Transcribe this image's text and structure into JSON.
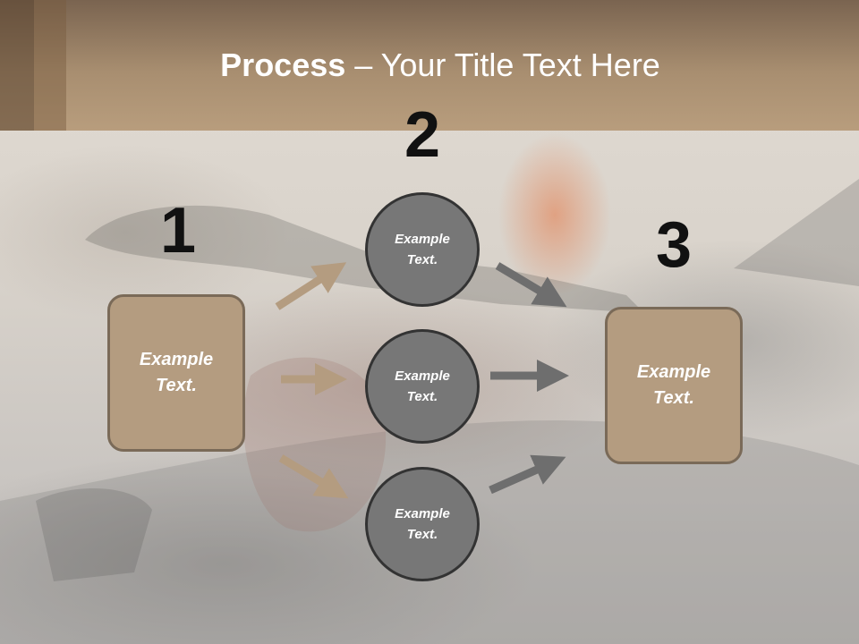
{
  "slide": {
    "title_bold": "Process",
    "title_rest": " – Your Title Text Here"
  },
  "steps": {
    "one": {
      "number": "1",
      "box_text": "Example\nText."
    },
    "two": {
      "number": "2",
      "circles": [
        {
          "text": "Example\nText."
        },
        {
          "text": "Example\nText."
        },
        {
          "text": "Example\nText."
        }
      ]
    },
    "three": {
      "number": "3",
      "box_text": "Example\nText."
    }
  },
  "colors": {
    "header": "#a88e70",
    "box_fill": "#b49c80",
    "box_border": "#7a6a58",
    "circle_fill": "#777777",
    "circle_border": "#333333",
    "arrow_left": "#b49c80",
    "arrow_right": "#6e6e6e"
  }
}
